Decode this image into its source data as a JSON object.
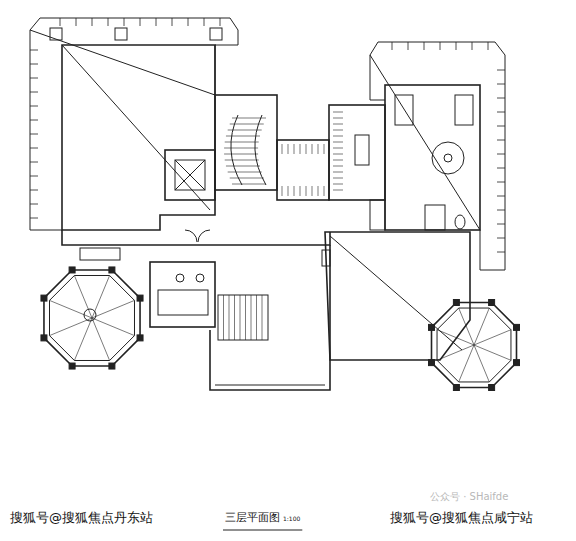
{
  "diagram": {
    "title": "三层平面图",
    "labels": [
      "1:100",
      "搜狐号@搜狐焦点丹东站",
      "搜狐号@搜狐焦点咸宁站",
      "公众号 · SHaifde"
    ]
  }
}
